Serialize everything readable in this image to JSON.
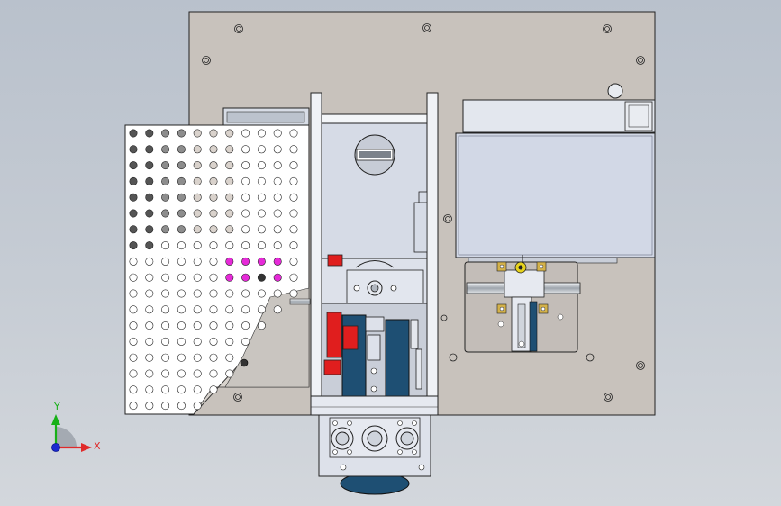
{
  "viewport": {
    "background": "#c2c8d0",
    "triad": {
      "x_label": "X",
      "y_label": "Y",
      "x_color": "#e02a2a",
      "y_color": "#18b018",
      "z_color": "#1a2ad0"
    }
  },
  "model": {
    "plate_color": "#c8c2bc",
    "perforated_plate_color": "#ffffff",
    "panel_color": "#d2d8e6",
    "frame_color": "#e6e9f0",
    "accent_red": "#e01e1e",
    "accent_teal": "#1e4f73",
    "accent_magenta": "#e62ad8",
    "accent_yellow": "#e6d21e",
    "hole_grid": {
      "columns": 11,
      "rows": 18
    }
  }
}
